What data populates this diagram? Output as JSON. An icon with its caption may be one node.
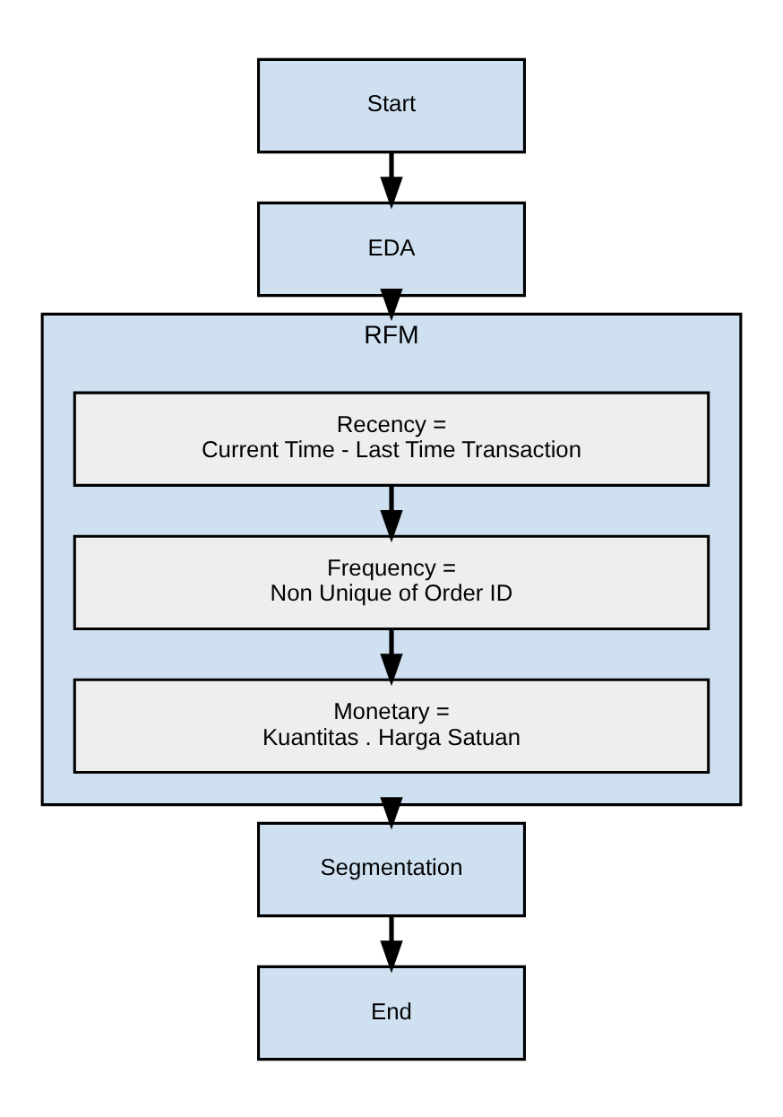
{
  "diagram": {
    "nodes": [
      {
        "text": [
          "Start"
        ]
      },
      {
        "text": [
          "EDA"
        ]
      },
      {
        "text": [
          "RFM"
        ]
      },
      {
        "text": [
          "Recency = Current Time - Last Time Transaction"
        ],
        "in": 2
      },
      {
        "text": [
          "Frequency = Non Unique of Order ID"
        ],
        "in": 2
      },
      {
        "text": [
          "Monetary = Kuantitas . Harga Satuan"
        ],
        "in": 2
      },
      {
        "text": [
          "Segmentation"
        ]
      },
      {
        "text": [
          "End"
        ]
      }
    ],
    "edges": [
      {
        "from": 0,
        "to": 1,
        "arrow": "to"
      },
      {
        "from": 1,
        "to": 2,
        "arrow": "to"
      },
      {
        "from": 3,
        "to": 4,
        "arrow": "to"
      },
      {
        "from": 4,
        "to": 5,
        "arrow": "to"
      },
      {
        "from": 2,
        "to": 6,
        "arrow": "to"
      },
      {
        "from": 6,
        "to": 7,
        "arrow": "to"
      }
    ]
  }
}
